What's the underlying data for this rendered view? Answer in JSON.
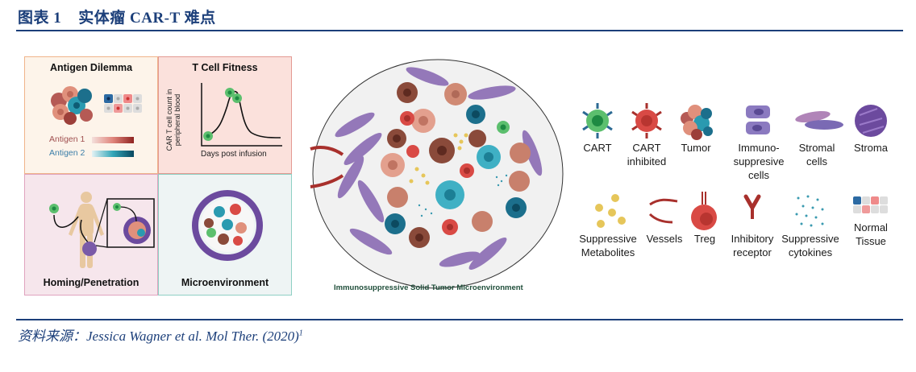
{
  "figure": {
    "title": "图表 1    实体瘤 CAR-T 难点",
    "source_prefix": "资料来源：",
    "source_text": "Jessica Wagner et al. Mol Ther. (2020)",
    "source_sup": "1"
  },
  "panels": {
    "antigen": {
      "title": "Antigen Dilemma",
      "legend": [
        {
          "label": "Antigen 1",
          "color": "#a05050"
        },
        {
          "label": "Antigen 2",
          "color": "#3b7ea8"
        }
      ]
    },
    "fitness": {
      "title": "T Cell Fitness",
      "ylabel": "CAR T cell count in peripheral blood",
      "xlabel": "Days post infusion"
    },
    "homing": {
      "title": "Homing/Penetration"
    },
    "micro": {
      "title": "Microenvironment"
    }
  },
  "tme": {
    "caption": "Immunosuppressive Solid Tumor Microenvironment"
  },
  "legend": {
    "row1": [
      {
        "id": "cart",
        "label1": "CART",
        "label2": ""
      },
      {
        "id": "cart-inhibited",
        "label1": "CART",
        "label2": "inhibited"
      },
      {
        "id": "tumor",
        "label1": "Tumor",
        "label2": ""
      },
      {
        "id": "immunosuppressive",
        "label1": "Immuno-",
        "label2": "suppresive cells"
      },
      {
        "id": "stromal",
        "label1": "Stromal",
        "label2": "cells"
      },
      {
        "id": "stroma",
        "label1": "Stroma",
        "label2": ""
      }
    ],
    "row2": [
      {
        "id": "metabolites",
        "label1": "Suppressive",
        "label2": "Metabolites"
      },
      {
        "id": "vessels",
        "label1": "Vessels",
        "label2": ""
      },
      {
        "id": "treg",
        "label1": "Treg",
        "label2": ""
      },
      {
        "id": "inhibitory",
        "label1": "Inhibitory",
        "label2": "receptor"
      },
      {
        "id": "cytokines",
        "label1": "Suppressive",
        "label2": "cytokines"
      },
      {
        "id": "normal",
        "label1": "Normal",
        "label2": "Tissue"
      }
    ]
  },
  "colors": {
    "brand": "#1c3f7a",
    "cart": "#5cbf6e",
    "inhibited": "#d94a45",
    "stromal": "#8b6bb3",
    "tumor_teal": "#2a9ab0",
    "tumor_salmon": "#e0907c",
    "metabolite": "#e6c65a"
  }
}
